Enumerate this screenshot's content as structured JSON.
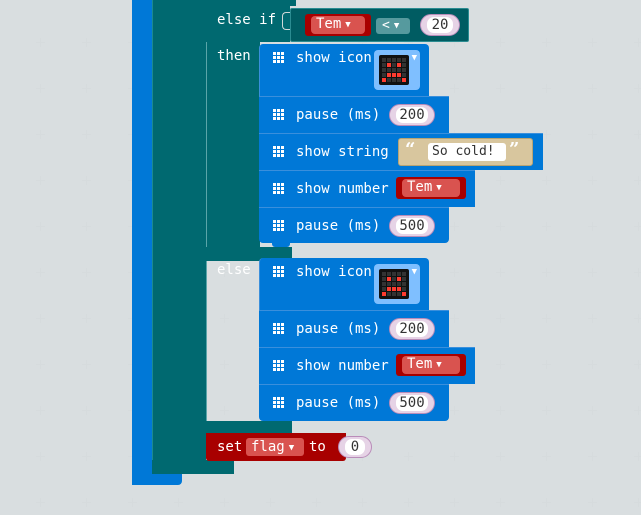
{
  "colors": {
    "workspace": "#ecf0f1",
    "basic_block": "#0078d7",
    "logic_block": "#006970",
    "variable_block": "#a80000",
    "number_field": "#e6d3e6",
    "text_block": "#d8c69e"
  },
  "else_if": {
    "label": "else if",
    "variable": "Tem",
    "operator": "<",
    "value": "20",
    "then_label": "then"
  },
  "then_branch": {
    "show_icon": {
      "label": "show icon",
      "icon": "sad-face"
    },
    "pause1": {
      "label": "pause (ms)",
      "value": "200"
    },
    "show_string": {
      "label": "show string",
      "value": "So cold!"
    },
    "show_number": {
      "label": "show number",
      "variable": "Tem"
    },
    "pause2": {
      "label": "pause (ms)",
      "value": "500"
    }
  },
  "else_branch": {
    "label": "else",
    "show_icon": {
      "label": "show icon",
      "icon": "sad-face"
    },
    "pause1": {
      "label": "pause (ms)",
      "value": "200"
    },
    "show_number": {
      "label": "show number",
      "variable": "Tem"
    },
    "pause2": {
      "label": "pause (ms)",
      "value": "500"
    }
  },
  "set_block": {
    "set_label": "set",
    "variable": "flag",
    "to_label": "to",
    "value": "0"
  }
}
